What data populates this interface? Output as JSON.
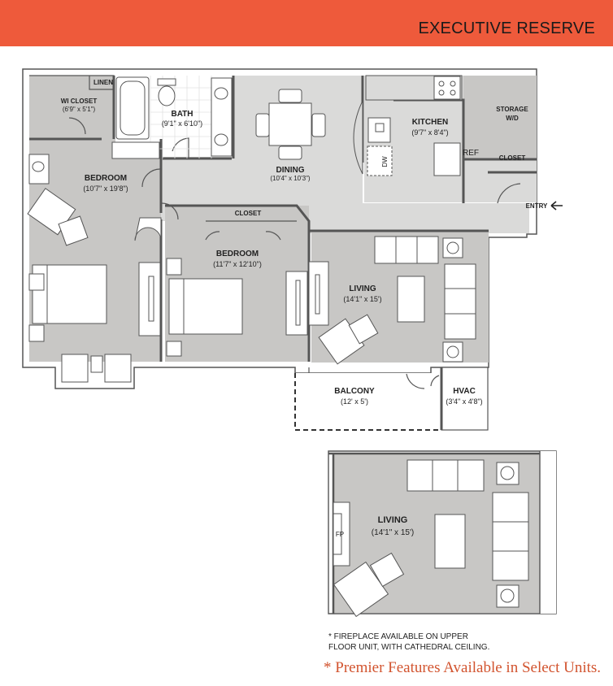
{
  "header": {
    "title": "EXECUTIVE RESERVE",
    "color": "#ee5a3b"
  },
  "rooms": {
    "linen": "LINEN",
    "wi_closet": {
      "name": "WI CLOSET",
      "dims": "(6'9\" x 5'1\")"
    },
    "bath": {
      "name": "BATH",
      "dims": "(9'1\" x 6'10\")"
    },
    "dining": {
      "name": "DINING",
      "dims": "(10'4\" x 10'3\")"
    },
    "kitchen": {
      "name": "KITCHEN",
      "dims": "(9'7\" x 8'4\")"
    },
    "storage": {
      "line1": "STORAGE",
      "line2": "W/D"
    },
    "ref": "REF",
    "dw": "DW",
    "kitchen_closet": "CLOSET",
    "entry": "ENTRY",
    "bedroom1": {
      "name": "BEDROOM",
      "dims": "(10'7\" x 19'8\")"
    },
    "closet2": "CLOSET",
    "bedroom2": {
      "name": "BEDROOM",
      "dims": "(11'7\" x 12'10\")"
    },
    "living": {
      "name": "LIVING",
      "dims": "(14'1\" x 15')"
    },
    "balcony": {
      "name": "BALCONY",
      "dims": "(12' x 5')"
    },
    "hvac": {
      "name": "HVAC",
      "dims": "(3'4\" x 4'8\")"
    }
  },
  "upper": {
    "living": {
      "name": "LIVING",
      "dims": "(14'1\" x 15')"
    },
    "fp": "FP"
  },
  "footnote": {
    "line1": "* FIREPLACE AVAILABLE ON UPPER",
    "line2": "FLOOR UNIT, WITH CATHEDRAL CEILING."
  },
  "premier": "* Premier Features Available in Select Units.",
  "colors": {
    "floor": "#c8c7c5",
    "hall": "#dadad9",
    "wall": "#5a5a5a",
    "accent": "#d2542f"
  }
}
